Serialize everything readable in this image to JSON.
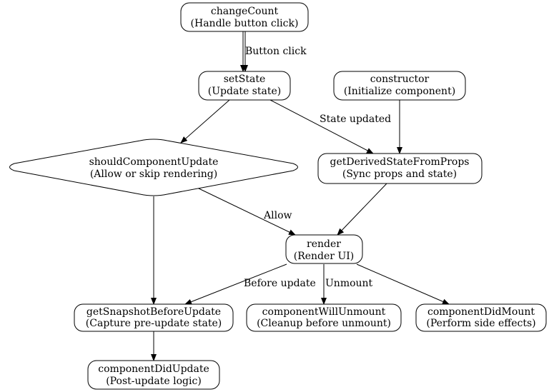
{
  "nodes": {
    "changeCount": {
      "title": "changeCount",
      "subtitle": "(Handle button click)"
    },
    "setState": {
      "title": "setState",
      "subtitle": "(Update state)"
    },
    "constructor": {
      "title": "constructor",
      "subtitle": "(Initialize component)"
    },
    "shouldComponentUpdate": {
      "title": "shouldComponentUpdate",
      "subtitle": "(Allow or skip rendering)"
    },
    "getDerivedStateFromProps": {
      "title": "getDerivedStateFromProps",
      "subtitle": "(Sync props and state)"
    },
    "render": {
      "title": "render",
      "subtitle": "(Render UI)"
    },
    "getSnapshotBeforeUpdate": {
      "title": "getSnapshotBeforeUpdate",
      "subtitle": "(Capture pre-update state)"
    },
    "componentWillUnmount": {
      "title": "componentWillUnmount",
      "subtitle": "(Cleanup before unmount)"
    },
    "componentDidMount": {
      "title": "componentDidMount",
      "subtitle": "(Perform side effects)"
    },
    "componentDidUpdate": {
      "title": "componentDidUpdate",
      "subtitle": "(Post-update logic)"
    }
  },
  "edges": {
    "button_click": "Button click",
    "state_updated": "State updated",
    "allow": "Allow",
    "before_update": "Before update",
    "unmount": "Unmount"
  },
  "colors": {
    "stroke": "#000000",
    "fill": "#ffffff",
    "text": "#000000"
  }
}
